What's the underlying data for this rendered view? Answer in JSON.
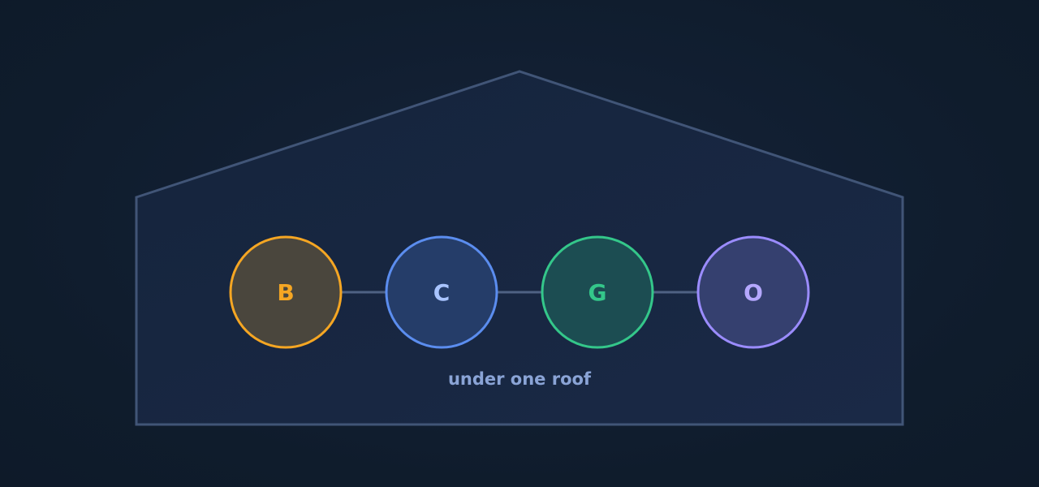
{
  "diagram": {
    "caption": "under one roof",
    "nodes": [
      {
        "id": "b",
        "label": "B",
        "color": "#f5a623",
        "fill": "#4a463d"
      },
      {
        "id": "c",
        "label": "C",
        "color": "#5b8def",
        "fill": "#253d69"
      },
      {
        "id": "g",
        "label": "G",
        "color": "#34c78a",
        "fill": "#1c4d52"
      },
      {
        "id": "o",
        "label": "O",
        "color": "#9b8cff",
        "fill": "#35406f"
      }
    ],
    "colors": {
      "house_stroke": "#415577",
      "house_fill": "#17263f",
      "connector": "#4f6283",
      "caption": "#8aa4d6",
      "c_text": "#a9c4ff",
      "o_text": "#b5a8ff"
    }
  }
}
